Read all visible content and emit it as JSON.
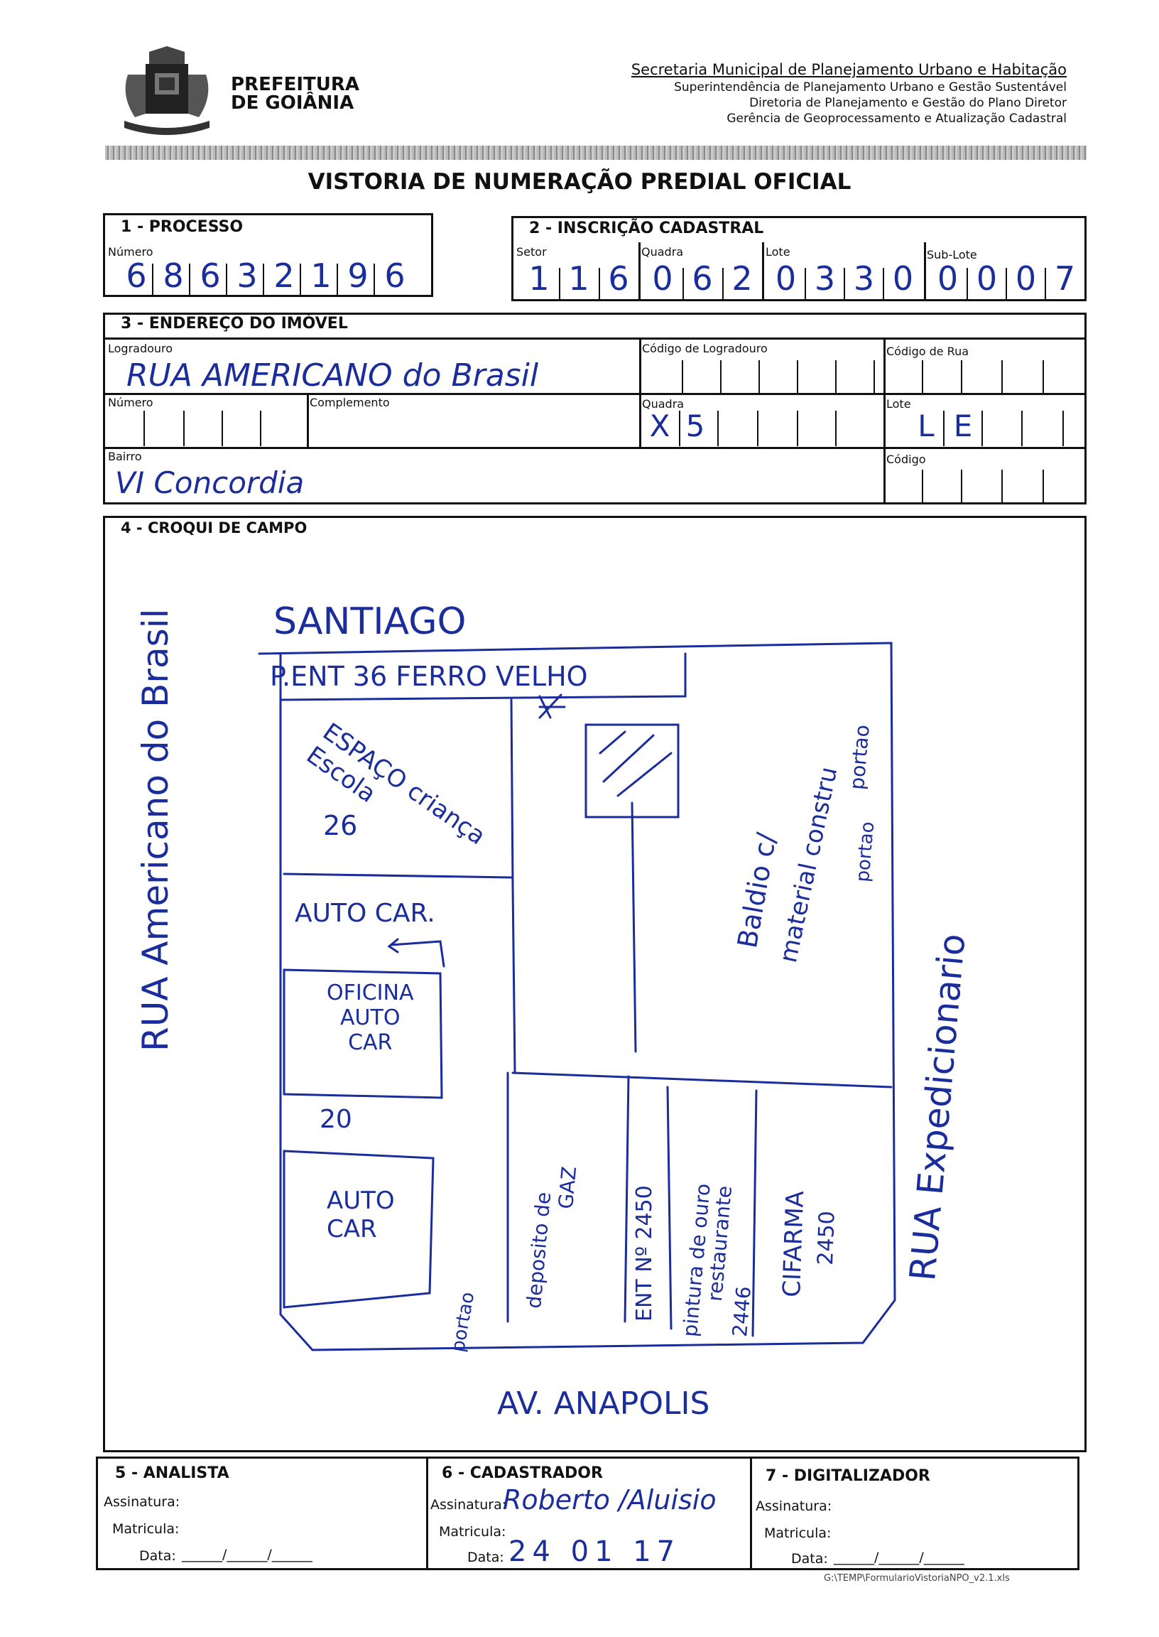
{
  "header": {
    "logo_line1": "PREFEITURA",
    "logo_line2": "DE GOIÂNIA",
    "secretaria": "Secretaria Municipal de Planejamento Urbano e Habitação",
    "line2": "Superintendência de Planejamento Urbano e Gestão Sustentável",
    "line3": "Diretoria de Planejamento e Gestão do Plano Diretor",
    "line4": "Gerência de Geoprocessamento e Atualização Cadastral",
    "title": "VISTORIA DE NUMERAÇÃO PREDIAL OFICIAL"
  },
  "processo": {
    "heading": "1 - PROCESSO",
    "numero_label": "Número",
    "digits": [
      "6",
      "8",
      "6",
      "3",
      "2",
      "1",
      "9",
      "6"
    ]
  },
  "inscricao": {
    "heading": "2 - INSCRIÇÃO CADASTRAL",
    "setor_label": "Setor",
    "setor": [
      "1",
      "1",
      "6"
    ],
    "quadra_label": "Quadra",
    "quadra": [
      "0",
      "6",
      "2"
    ],
    "lote_label": "Lote",
    "lote": [
      "0",
      "3",
      "3",
      "0"
    ],
    "sublote_label": "Sub-Lote",
    "sublote": [
      "0",
      "0",
      "0",
      "7"
    ]
  },
  "endereco": {
    "heading": "3 - ENDEREÇO DO IMÓVEL",
    "logradouro_label": "Logradouro",
    "logradouro": "RUA AMERICANO do Brasil",
    "cod_logradouro_label": "Código de Logradouro",
    "cod_rua_label": "Código de Rua",
    "numero_label": "Número",
    "complemento_label": "Complemento",
    "quadra_label": "Quadra",
    "quadra": [
      "X",
      "5"
    ],
    "lote_label": "Lote",
    "lote": [
      "L",
      "E"
    ],
    "bairro_label": "Bairro",
    "bairro": "VI Concordia",
    "codigo_label": "Código"
  },
  "croqui": {
    "heading": "4 - CROQUI DE CAMPO",
    "top_street": "SANTIAGO",
    "left_street": "RUA Americano do Brasil",
    "right_street": "RUA Expedicionario",
    "bottom_street": "AV. ANAPOLIS",
    "top_label": "P.ENT 36 FERRO VELHO",
    "espaco": [
      "ESPAÇO criança",
      "Escola",
      "26"
    ],
    "autocar_top": "AUTO CAR.",
    "oficina": [
      "OFICINA",
      "AUTO",
      "CAR"
    ],
    "num_20": "20",
    "autocar_box": [
      "AUTO",
      "CAR"
    ],
    "portao_left": "portao",
    "deposito": [
      "deposito de",
      "GAZ"
    ],
    "ent_2450": "ENT Nº 2450",
    "pintura": [
      "pintura de ouro",
      "restaurante",
      "2446"
    ],
    "cifarma": [
      "CIFARMA",
      "2450"
    ],
    "baldio": [
      "Baldio c/",
      "material constru"
    ],
    "portao_right": "portao",
    "portao_right2": "portao"
  },
  "footer": {
    "analista_heading": "5 - ANALISTA",
    "cadastrador_heading": "6 - CADASTRADOR",
    "digitalizador_heading": "7 - DIGITALIZADOR",
    "assinatura_label": "Assinatura:",
    "matricula_label": "Matricula:",
    "data_label": "Data:",
    "cadastrador_signature": "Roberto /Aluisio",
    "cadastrador_date": "24 01 17",
    "analista_date_blank": "______/______/______",
    "digitalizador_date_blank": "______/______/______",
    "file_path": "G:\\TEMP\\FormularioVistoriaNPO_v2.1.xls"
  }
}
